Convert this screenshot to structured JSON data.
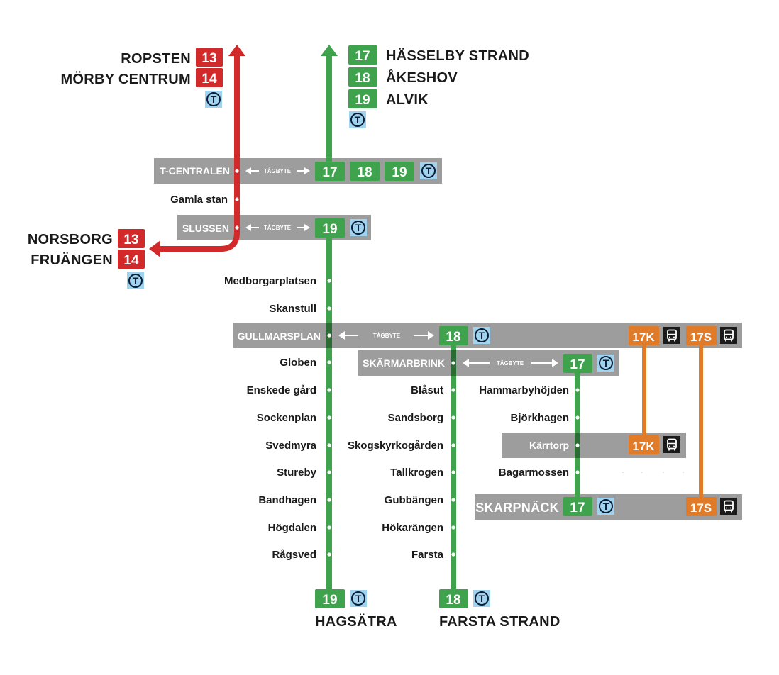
{
  "colors": {
    "green": "#3fa34d",
    "red": "#d22a2a",
    "orange": "#e07b2a",
    "grey_bar": "#9d9d9d",
    "t_badge_bg": "#9fd3f0",
    "t_badge_ring": "#0d1d33",
    "bus_bg": "#1a1a1a"
  },
  "icons": {
    "metro": "T-icon",
    "bus": "bus-icon",
    "transfer": "double-arrow-icon"
  },
  "tagbyte": "TÅGBYTE",
  "metro_letter": "T",
  "red_line": {
    "north_destinations": [
      {
        "name": "ROPSTEN",
        "line": "13"
      },
      {
        "name": "MÖRBY CENTRUM",
        "line": "14"
      }
    ],
    "south_destinations": [
      {
        "name": "NORSBORG",
        "line": "13"
      },
      {
        "name": "FRUÄNGEN",
        "line": "14"
      }
    ],
    "intermediate_station": "Gamla stan"
  },
  "green_north": {
    "destinations": [
      {
        "line": "17",
        "name": "HÄSSELBY STRAND"
      },
      {
        "line": "18",
        "name": "ÅKESHOV"
      },
      {
        "line": "19",
        "name": "ALVIK"
      }
    ]
  },
  "transfer_bars": {
    "tcentralen": {
      "name": "T-CENTRALEN",
      "lines": [
        "17",
        "18",
        "19"
      ]
    },
    "slussen": {
      "name": "SLUSSEN",
      "lines": [
        "19"
      ]
    },
    "gullmarsplan": {
      "name": "GULLMARSPLAN",
      "lines": [
        "18"
      ],
      "bus_lines": [
        "17K",
        "17S"
      ]
    },
    "skarmarbrink": {
      "name": "SKÄRMARBRINK",
      "lines": [
        "17"
      ]
    },
    "karrtorp": {
      "name": "Kärrtorp",
      "bus_lines": [
        "17K"
      ]
    },
    "skarpnack": {
      "name": "SKARPNÄCK",
      "lines": [
        "17"
      ],
      "bus_lines": [
        "17S"
      ]
    }
  },
  "line19_stations": [
    "Medborgarplatsen",
    "Skanstull",
    "Globen",
    "Enskede gård",
    "Sockenplan",
    "Svedmyra",
    "Stureby",
    "Bandhagen",
    "Högdalen",
    "Rågsved"
  ],
  "line19_terminus": {
    "line": "19",
    "name": "HAGSÄTRA"
  },
  "line18_stations": [
    "Blåsut",
    "Sandsborg",
    "Skogskyrkogården",
    "Tallkrogen",
    "Gubbängen",
    "Hökarängen",
    "Farsta"
  ],
  "line18_terminus": {
    "line": "18",
    "name": "FARSTA STRAND"
  },
  "line17_stations": [
    "Hammarbyhöjden",
    "Björkhagen",
    "Bagarmossen"
  ]
}
